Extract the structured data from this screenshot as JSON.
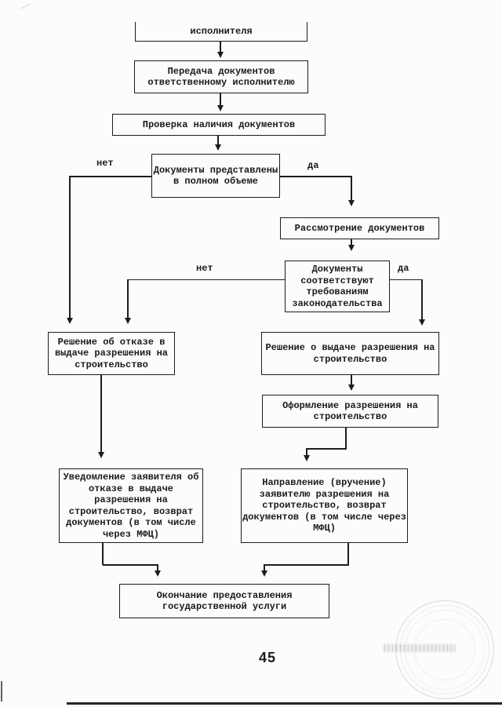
{
  "document": {
    "page_number": "45"
  },
  "flowchart": {
    "nodes": [
      {
        "id": "executor-partial",
        "text": "исполнителя"
      },
      {
        "id": "transfer-documents",
        "text": "Передача документов\nответственному исполнителю"
      },
      {
        "id": "check-documents",
        "text": "Проверка наличия документов"
      },
      {
        "id": "documents-complete",
        "text": "Документы представлены\nв полном объеме"
      },
      {
        "id": "review-documents",
        "text": "Рассмотрение документов"
      },
      {
        "id": "documents-comply",
        "text": "Документы\nсоответствуют\nтребованиям\nзаконодательства"
      },
      {
        "id": "refusal-decision",
        "text": "Решение об отказе в\nвыдаче разрешения на\nстроительство"
      },
      {
        "id": "issue-decision",
        "text": "Решение о выдаче разрешения на\nстроительство"
      },
      {
        "id": "formalize-permit",
        "text": "Оформление разрешения на\nстроительство"
      },
      {
        "id": "notify-refusal",
        "text": "Уведомление заявителя об\nотказе в выдаче\nразрешения на\nстроительство, возврат\nдокументов (в том числе\nчерез МФЦ)"
      },
      {
        "id": "deliver-permit",
        "text": "Направление (вручение)\nзаявителю разрешения на\nстроительство, возврат\nдокументов (в том числе через\nМФЦ)"
      },
      {
        "id": "end-service",
        "text": "Окончание предоставления\nгосударственной услуги"
      }
    ],
    "branch_labels": [
      {
        "id": "complete-no",
        "text": "нет"
      },
      {
        "id": "complete-yes",
        "text": "да"
      },
      {
        "id": "comply-no",
        "text": "нет"
      },
      {
        "id": "comply-yes",
        "text": "да"
      }
    ],
    "colors": {
      "ink": "#1d1d1d",
      "paper": "#fcfcfb",
      "stamp": "#a8a8a8"
    }
  }
}
